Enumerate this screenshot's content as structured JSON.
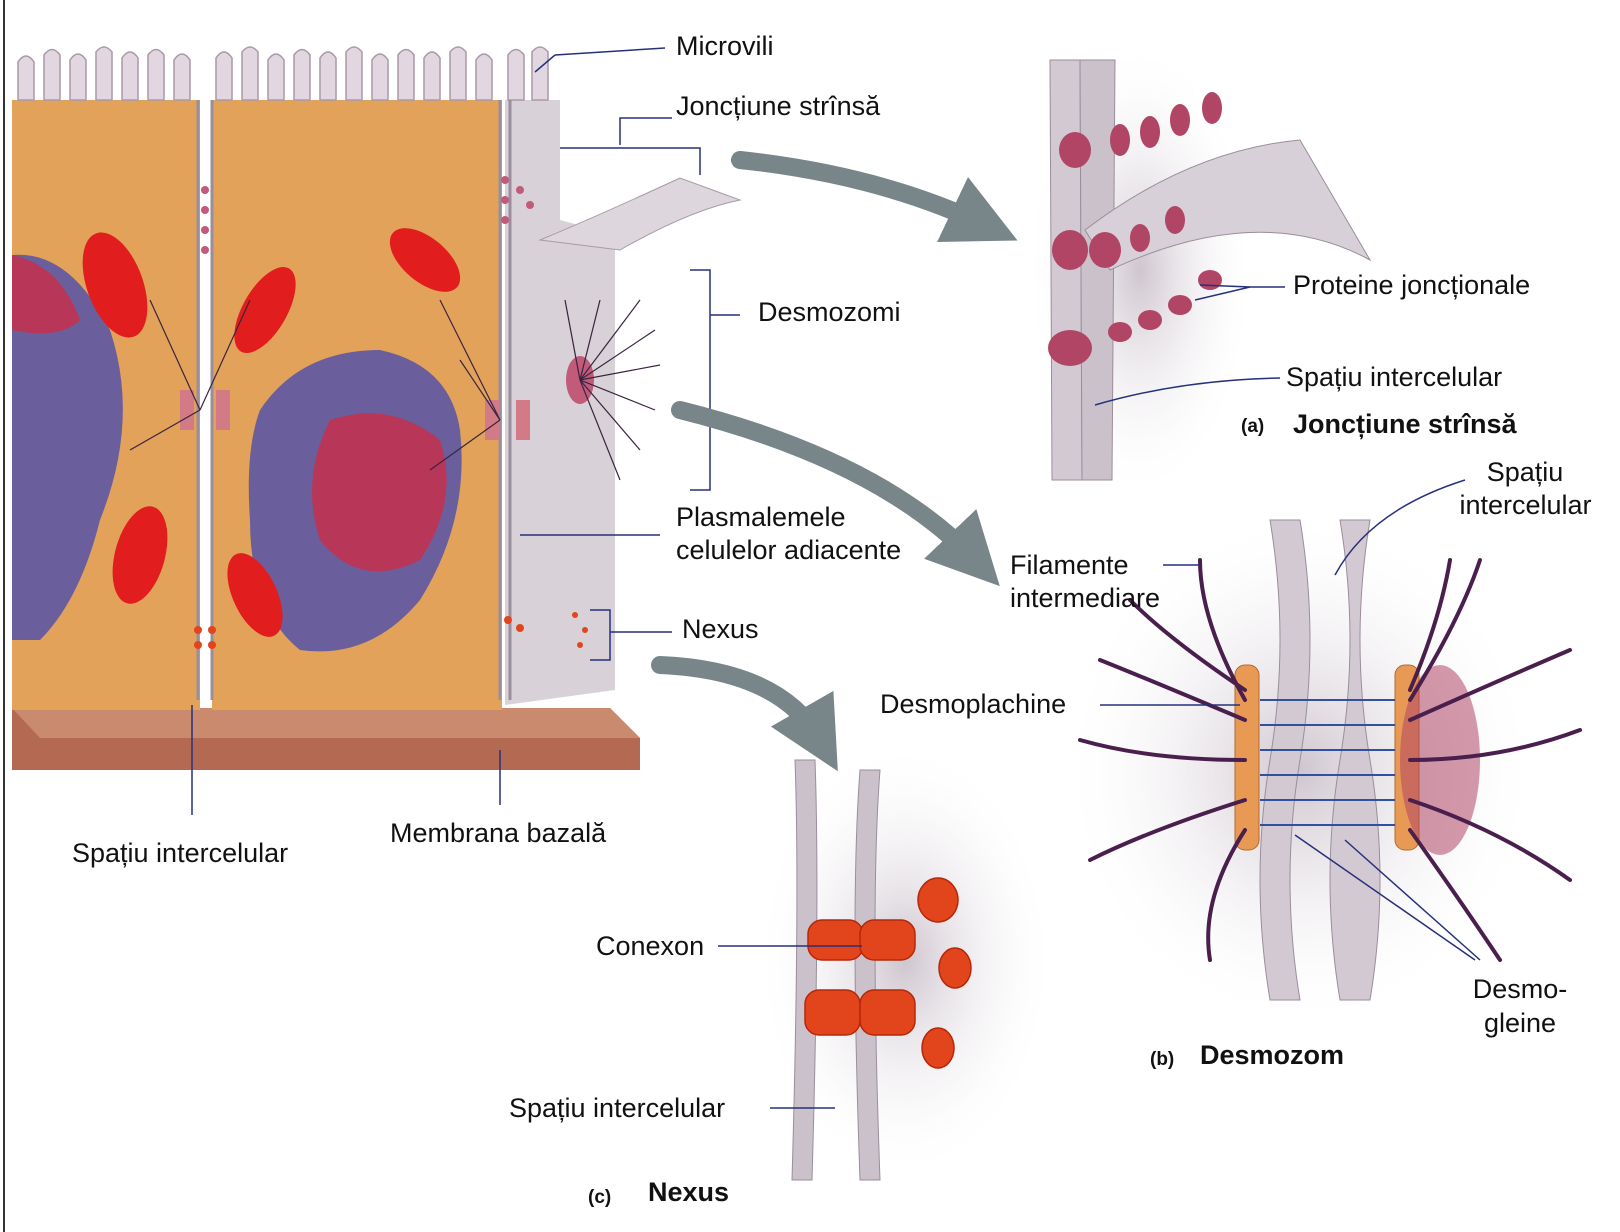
{
  "main_diagram": {
    "microvili": "Microvili",
    "jonctiune_strinsa": "Joncțiune strînsă",
    "desmozomi": "Desmozomi",
    "plasmalemele_line1": "Plasmalemele",
    "plasmalemele_line2": "celulelor adiacente",
    "nexus": "Nexus",
    "spatiu_intercelular": "Spațiu intercelular",
    "membrana_bazala": "Membrana bazală"
  },
  "panel_a": {
    "letter": "(a)",
    "title": "Joncțiune strînsă",
    "proteine": "Proteine joncționale",
    "spatiu": "Spațiu intercelular"
  },
  "panel_b": {
    "letter": "(b)",
    "title": "Desmozom",
    "spatiu_line1": "Spațiu",
    "spatiu_line2": "intercelular",
    "filamente_line1": "Filamente",
    "filamente_line2": "intermediare",
    "desmoplachine": "Desmoplachine",
    "desmogleine_line1": "Desmo-",
    "desmogleine_line2": "gleine"
  },
  "panel_c": {
    "letter": "(c)",
    "title": "Nexus",
    "conexon": "Conexon",
    "spatiu": "Spațiu intercelular"
  },
  "colors": {
    "cytoplasm": "#e3a25a",
    "basement": "#b46a52",
    "membrane": "#c9c2c9",
    "nucleus_blue": "#6a5f9c",
    "nucleus_red": "#b83658",
    "mitochondria": "#e21d1d",
    "protein_pink": "#b04566",
    "arrow_gray": "#78868a",
    "filament_purple": "#4a1f4d",
    "desmoplakin_orange": "#e89a55",
    "connexon_red": "#e2441c",
    "leader_blue": "#26317a"
  }
}
